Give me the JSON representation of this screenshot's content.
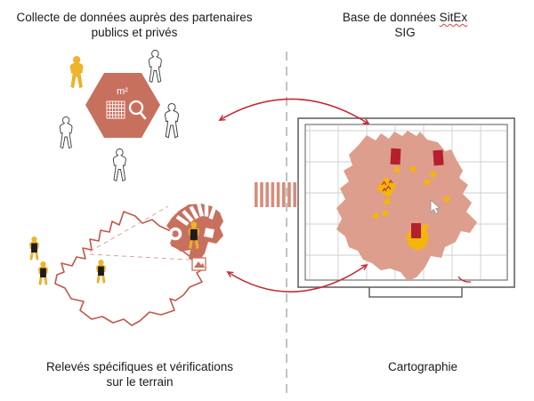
{
  "diagram": {
    "language": "fr",
    "subject": "SitEx data collection and cartography workflow"
  },
  "captions": {
    "collecte": {
      "line1": "Collecte de données auprès des partenaires",
      "line2": "publics et privés"
    },
    "database": {
      "prefix": "Base de données",
      "term": "SitEx",
      "line2": "SIG"
    },
    "releves": {
      "line1": "Relevés spécifiques et vérifications",
      "line2": "sur le terrain"
    },
    "cartographie": {
      "label": "Cartographie"
    }
  },
  "hexagon_badge": {
    "label": "m²",
    "icons": [
      "grid-icon",
      "magnifier-icon"
    ]
  },
  "icons": [
    "partner-person-icon",
    "contributor-person-icon",
    "surveyor-person-icon",
    "hexagon-m2-badge",
    "monitor-screen",
    "map-grid",
    "territory-shape",
    "cursor-icon",
    "building-zone-marker",
    "survey-point-dot",
    "hazard-cluster-icon",
    "field-outline-map",
    "detail-zoom-blob",
    "photo-icon",
    "barcode-stripes",
    "exchange-arrow-top",
    "exchange-arrow-bottom",
    "dashed-divider"
  ],
  "colors": {
    "terracotta": "#c8705e",
    "territory_fill": "#dd9e8d",
    "accent_red": "#c42b38",
    "dark_red": "#b61f2d",
    "person_yellow": "#f0b42a",
    "dot_yellow": "#f5b50a",
    "divider_grey": "#b3b3b3",
    "frame_grey": "#5a5a5a",
    "grid_grey": "#cfcfcf",
    "map_outline": "#c2574a",
    "spellcheck_red": "#e04040"
  }
}
